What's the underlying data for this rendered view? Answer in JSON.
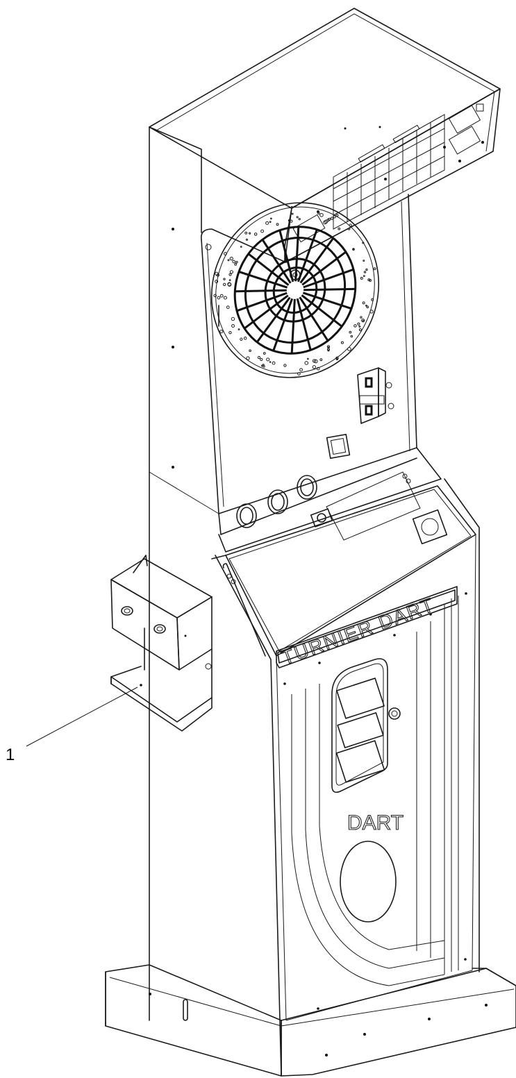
{
  "callout": {
    "number": "1"
  },
  "marquee": {
    "text": "TURNIER DART"
  },
  "cabinet": {
    "front_label": "DART"
  }
}
